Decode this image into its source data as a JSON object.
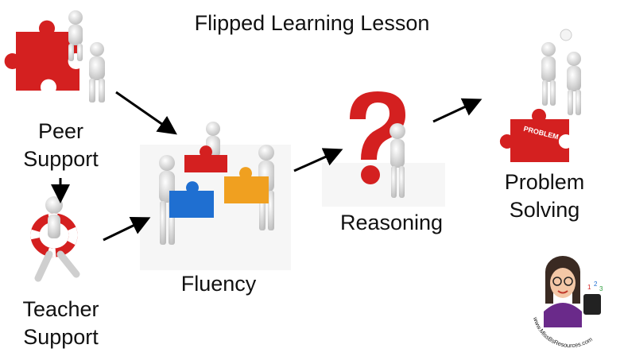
{
  "title": "Flipped Learning Lesson",
  "nodes": {
    "peer_support": {
      "line1": "Peer",
      "line2": "Support"
    },
    "teacher_support": {
      "line1": "Teacher",
      "line2": "Support"
    },
    "fluency": {
      "label": "Fluency"
    },
    "reasoning": {
      "label": "Reasoning"
    },
    "problem_solving": {
      "line1": "Problem",
      "line2": "Solving"
    }
  },
  "puzzle_piece_text": "PROBLEM",
  "logo": {
    "text": "www.MissBsResources.com"
  },
  "colors": {
    "red": "#d42020",
    "blue": "#1f6fd1",
    "orange": "#f0a020",
    "figure": "#dcdcdc",
    "arrow": "#000000",
    "logo_purple": "#6a2a8a"
  },
  "icons": [
    "puzzle-climb-figures",
    "lifebuoy-figure",
    "puzzle-team-figures",
    "question-mark-figure",
    "problem-puzzle-figures",
    "teacher-avatar-logo"
  ]
}
